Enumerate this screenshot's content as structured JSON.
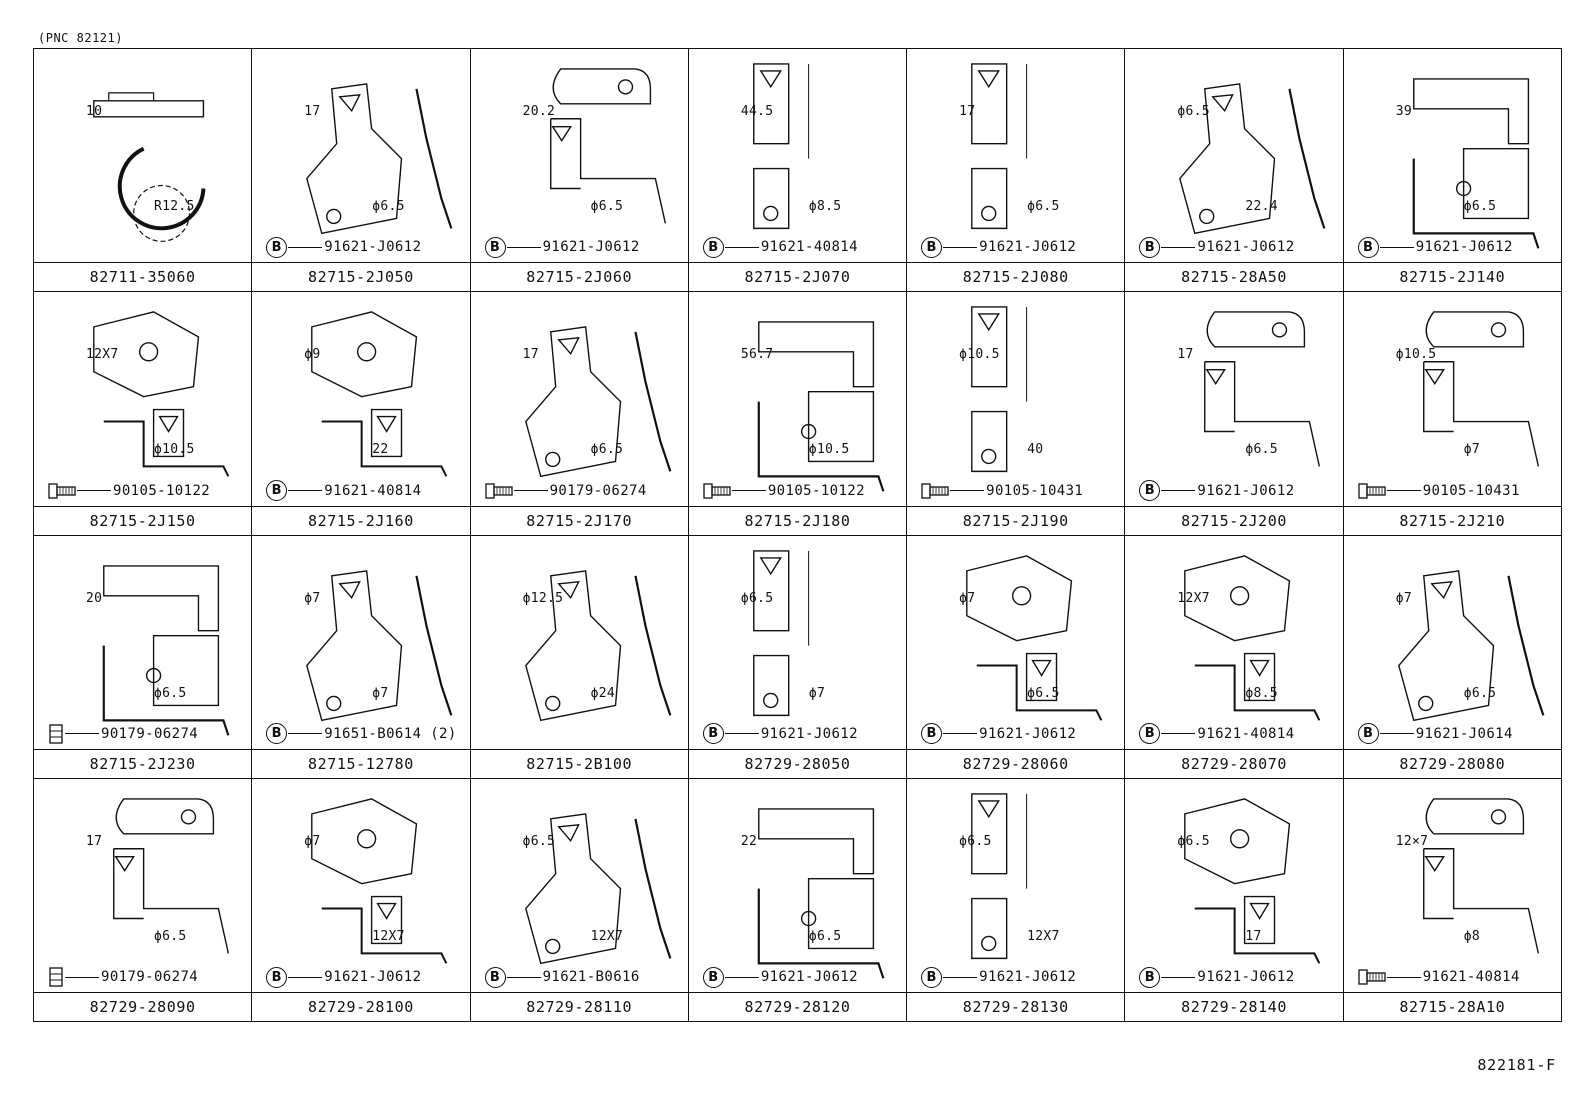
{
  "pnc": "(PNC 82121)",
  "figure_code": "822181-F",
  "parts": [
    {
      "part_no": "82711-35060",
      "fastener": {
        "type": "none",
        "part_no": ""
      },
      "dims": [
        "10",
        "R12.5"
      ],
      "shape": "clamp"
    },
    {
      "part_no": "82715-2J050",
      "fastener": {
        "type": "B",
        "part_no": "91621-J0612"
      },
      "dims": [
        "17",
        "ϕ6.5"
      ],
      "shape": "bent"
    },
    {
      "part_no": "82715-2J060",
      "fastener": {
        "type": "B",
        "part_no": "91621-J0612"
      },
      "dims": [
        "20.2",
        "ϕ6.5"
      ],
      "shape": "hook"
    },
    {
      "part_no": "82715-2J070",
      "fastener": {
        "type": "B",
        "part_no": "91621-40814"
      },
      "dims": [
        "44.5",
        "ϕ8.5"
      ],
      "shape": "strap"
    },
    {
      "part_no": "82715-2J080",
      "fastener": {
        "type": "B",
        "part_no": "91621-J0612"
      },
      "dims": [
        "17",
        "ϕ6.5"
      ],
      "shape": "strap"
    },
    {
      "part_no": "82715-28A50",
      "fastener": {
        "type": "B",
        "part_no": "91621-J0612"
      },
      "dims": [
        "ϕ6.5",
        "22.4"
      ],
      "shape": "bent"
    },
    {
      "part_no": "82715-2J140",
      "fastener": {
        "type": "B",
        "part_no": "91621-J0612"
      },
      "dims": [
        "39",
        "ϕ6.5"
      ],
      "shape": "lbracket"
    },
    {
      "part_no": "82715-2J150",
      "fastener": {
        "type": "bolt",
        "part_no": "90105-10122"
      },
      "dims": [
        "12X7",
        "ϕ10.5"
      ],
      "shape": "plate"
    },
    {
      "part_no": "82715-2J160",
      "fastener": {
        "type": "B",
        "part_no": "91621-40814"
      },
      "dims": [
        "ϕ9",
        "22"
      ],
      "shape": "plate"
    },
    {
      "part_no": "82715-2J170",
      "fastener": {
        "type": "bolt",
        "part_no": "90179-06274"
      },
      "dims": [
        "17",
        "ϕ6.5"
      ],
      "shape": "bent"
    },
    {
      "part_no": "82715-2J180",
      "fastener": {
        "type": "bolt",
        "part_no": "90105-10122"
      },
      "dims": [
        "56.7",
        "ϕ10.5"
      ],
      "shape": "lbracket"
    },
    {
      "part_no": "82715-2J190",
      "fastener": {
        "type": "bolt",
        "part_no": "90105-10431"
      },
      "dims": [
        "ϕ10.5",
        "40"
      ],
      "shape": "strap"
    },
    {
      "part_no": "82715-2J200",
      "fastener": {
        "type": "B",
        "part_no": "91621-J0612"
      },
      "dims": [
        "17",
        "ϕ6.5"
      ],
      "shape": "hook"
    },
    {
      "part_no": "82715-2J210",
      "fastener": {
        "type": "bolt",
        "part_no": "90105-10431"
      },
      "dims": [
        "ϕ10.5",
        "ϕ7"
      ],
      "shape": "hook"
    },
    {
      "part_no": "82715-2J230",
      "fastener": {
        "type": "nut",
        "part_no": "90179-06274"
      },
      "dims": [
        "20",
        "ϕ6.5"
      ],
      "shape": "lbracket"
    },
    {
      "part_no": "82715-12780",
      "fastener": {
        "type": "B",
        "part_no": "91651-B0614 (2)"
      },
      "dims": [
        "ϕ7",
        "ϕ7"
      ],
      "shape": "bent"
    },
    {
      "part_no": "82715-2B100",
      "fastener": {
        "type": "none",
        "part_no": ""
      },
      "dims": [
        "ϕ12.5",
        "ϕ24"
      ],
      "shape": "bent"
    },
    {
      "part_no": "82729-28050",
      "fastener": {
        "type": "B",
        "part_no": "91621-J0612"
      },
      "dims": [
        "ϕ6.5",
        "ϕ7"
      ],
      "shape": "strap"
    },
    {
      "part_no": "82729-28060",
      "fastener": {
        "type": "B",
        "part_no": "91621-J0612"
      },
      "dims": [
        "ϕ7",
        "ϕ6.5"
      ],
      "shape": "plate"
    },
    {
      "part_no": "82729-28070",
      "fastener": {
        "type": "B",
        "part_no": "91621-40814"
      },
      "dims": [
        "12X7",
        "ϕ8.5"
      ],
      "shape": "plate"
    },
    {
      "part_no": "82729-28080",
      "fastener": {
        "type": "B",
        "part_no": "91621-J0614"
      },
      "dims": [
        "ϕ7",
        "ϕ6.5"
      ],
      "shape": "bent"
    },
    {
      "part_no": "82729-28090",
      "fastener": {
        "type": "nut",
        "part_no": "90179-06274"
      },
      "dims": [
        "17",
        "ϕ6.5"
      ],
      "shape": "hook"
    },
    {
      "part_no": "82729-28100",
      "fastener": {
        "type": "B",
        "part_no": "91621-J0612"
      },
      "dims": [
        "ϕ7",
        "12X7"
      ],
      "shape": "plate"
    },
    {
      "part_no": "82729-28110",
      "fastener": {
        "type": "B",
        "part_no": "91621-B0616"
      },
      "dims": [
        "ϕ6.5",
        "12X7"
      ],
      "shape": "bent"
    },
    {
      "part_no": "82729-28120",
      "fastener": {
        "type": "B",
        "part_no": "91621-J0612"
      },
      "dims": [
        "22",
        "ϕ6.5"
      ],
      "shape": "lbracket"
    },
    {
      "part_no": "82729-28130",
      "fastener": {
        "type": "B",
        "part_no": "91621-J0612"
      },
      "dims": [
        "ϕ6.5",
        "12X7"
      ],
      "shape": "strap"
    },
    {
      "part_no": "82729-28140",
      "fastener": {
        "type": "B",
        "part_no": "91621-J0612"
      },
      "dims": [
        "ϕ6.5",
        "17"
      ],
      "shape": "plate"
    },
    {
      "part_no": "82715-28A10",
      "fastener": {
        "type": "bolt",
        "part_no": "91621-40814"
      },
      "dims": [
        "12×7",
        "ϕ8"
      ],
      "shape": "hook"
    }
  ]
}
